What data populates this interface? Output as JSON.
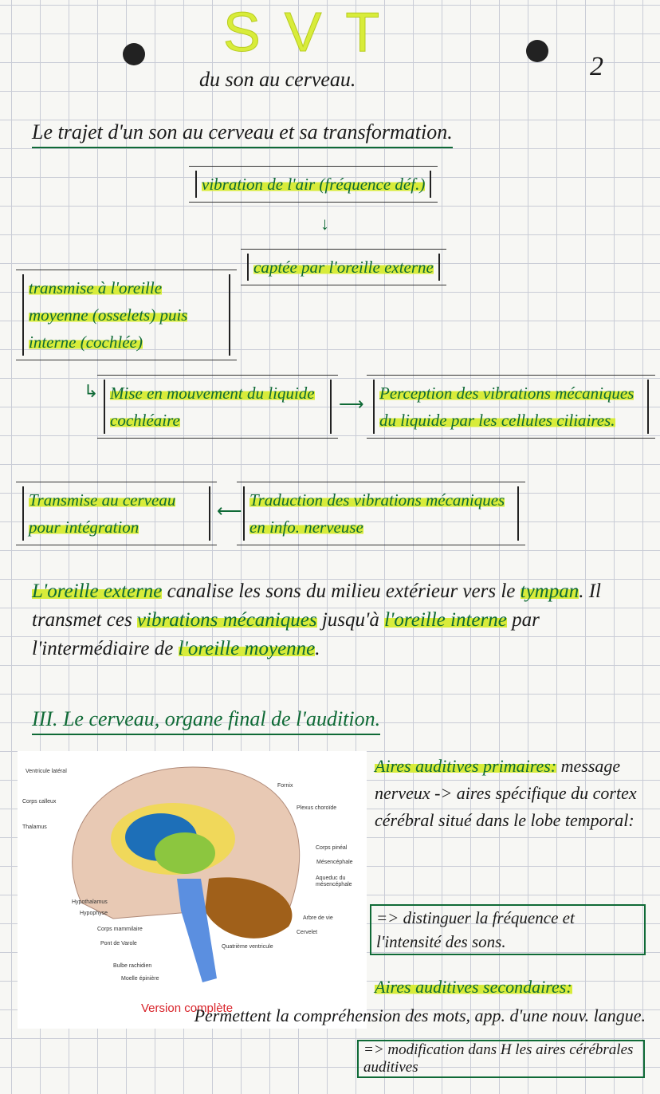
{
  "header": {
    "title": "SVT",
    "subtitle": "du son au cerveau.",
    "page_number": "2"
  },
  "section1": {
    "title": "Le trajet d'un son au cerveau et sa transformation.",
    "steps": [
      "vibration de l'air (fréquence déf.)",
      "captée par l'oreille externe",
      "transmise à l'oreille moyenne (osselets) puis interne (cochlée)",
      "Mise en mouvement du liquide cochléaire",
      "Perception des vibrations mécaniques du liquide par les cellules ciliaires.",
      "Traduction des vibrations mécaniques en info. nerveuse",
      "Transmise au cerveau pour intégration"
    ]
  },
  "paragraph": {
    "parts": [
      "L'oreille externe",
      " canalise les sons du milieu extérieur vers le ",
      "tympan",
      ". Il transmet ces ",
      "vibrations mécaniques",
      " jusqu'à ",
      "l'oreille interne",
      " par l'intermédiaire de ",
      "l'oreille moyenne",
      "."
    ]
  },
  "section3": {
    "title": "III. Le cerveau, organe final de l'audition.",
    "primary_title": "Aires auditives primaires:",
    "primary_text": "message nerveux -> aires spécifique du cortex cérébral situé dans le lobe temporal:",
    "primary_box": "=> distinguer la fréquence et l'intensité des sons.",
    "secondary_title": "Aires auditives secondaires:",
    "secondary_text": "Permettent la compréhension des mots, app. d'une nouv. langue.",
    "secondary_box": "=> modification dans H les aires cérébrales auditives"
  },
  "diagram": {
    "caption": "Version complète",
    "labels": [
      "Ventricule latéral",
      "Corps calleux",
      "Thalamus",
      "Fornix",
      "Plexus choroïde",
      "Corps pinéal",
      "Mésencéphale",
      "Aqueduc du mésencéphale",
      "Hypothalamus",
      "Hypophyse",
      "Corps mammilaire",
      "Pont de Varole",
      "Arbre de vie",
      "Cervelet",
      "Quatrième ventricule",
      "Bulbe rachidien",
      "Moelle épinière"
    ],
    "colors": {
      "cortex": "#e8c9b4",
      "corpus": "#f0d85a",
      "ventricle": "#1d6fb8",
      "thalamus": "#8cc63f",
      "brainstem": "#5b8fe0",
      "cerebellum": "#a0601a",
      "caption": "#d8232a"
    }
  },
  "colors": {
    "ink": "#1a1a1a",
    "green_ink": "#0f6a36",
    "highlighter": "#d8ec3a",
    "grid": "#c9ccd6"
  }
}
